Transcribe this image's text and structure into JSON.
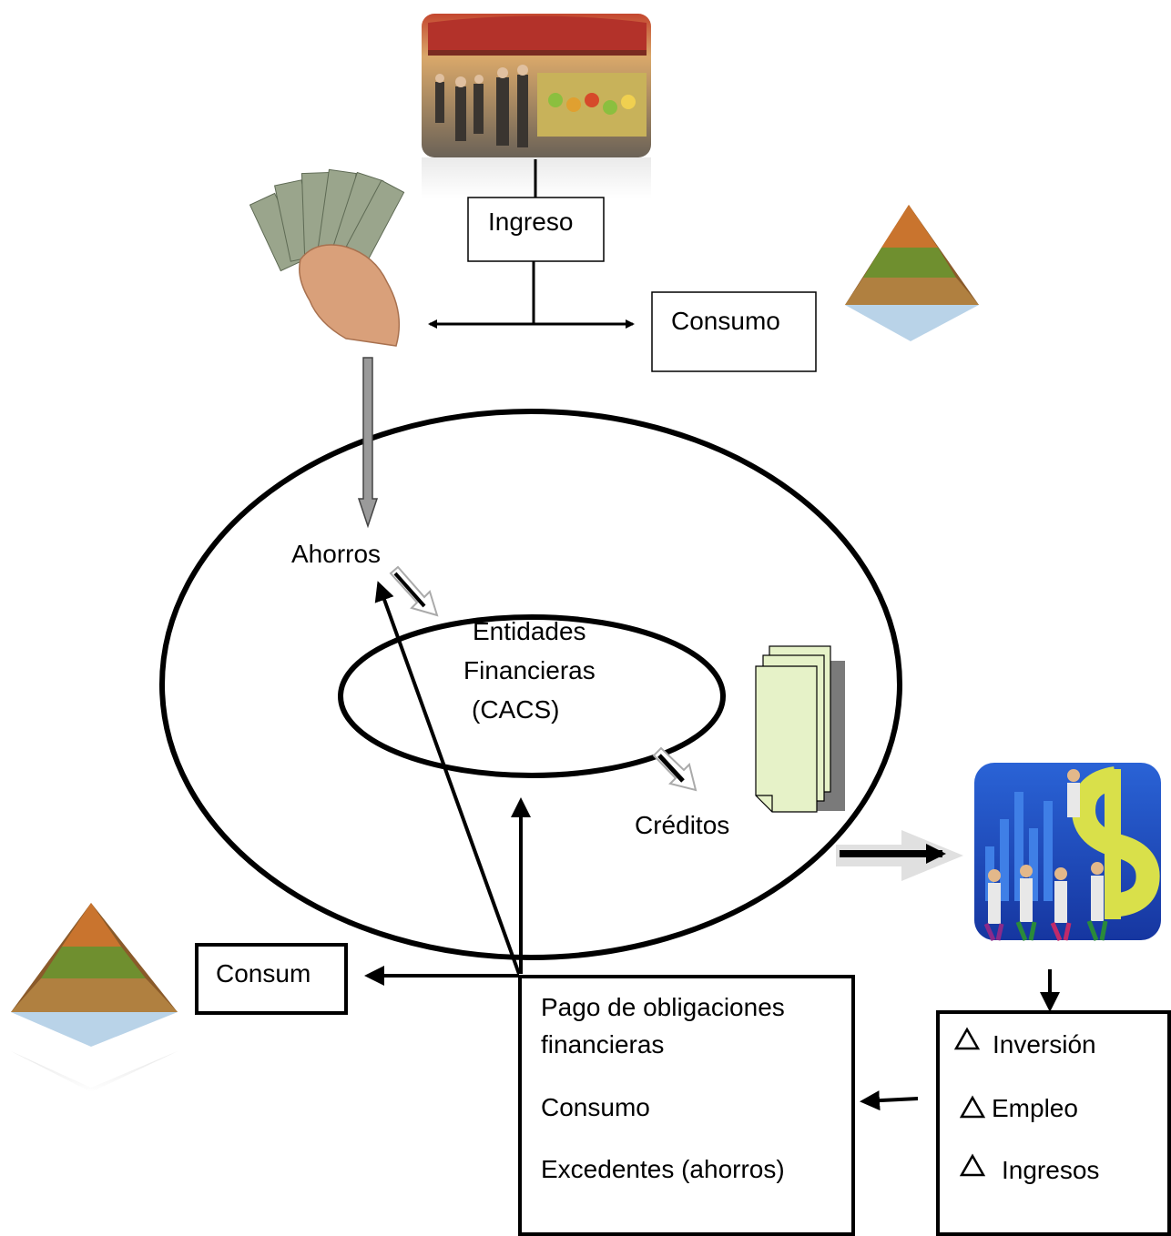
{
  "diagram": {
    "ingreso": "Ingreso",
    "consumo_top": "Consumo",
    "ahorros": "Ahorros",
    "entidades": [
      "Entidades",
      "Financieras",
      "(CACS)"
    ],
    "creditos": "Créditos",
    "consum_left": "Consum",
    "payments": [
      "Pago de obligaciones",
      "financieras",
      "Consumo",
      "Excedentes (ahorros)"
    ],
    "effects": [
      "Inversión",
      "Empleo",
      "Ingresos"
    ],
    "effect_symbol": "Δ",
    "pictures": [
      "market-photo",
      "money-hand-image",
      "food-pyramid-image",
      "documents-stack-icon",
      "business-people-dollar-image"
    ]
  }
}
